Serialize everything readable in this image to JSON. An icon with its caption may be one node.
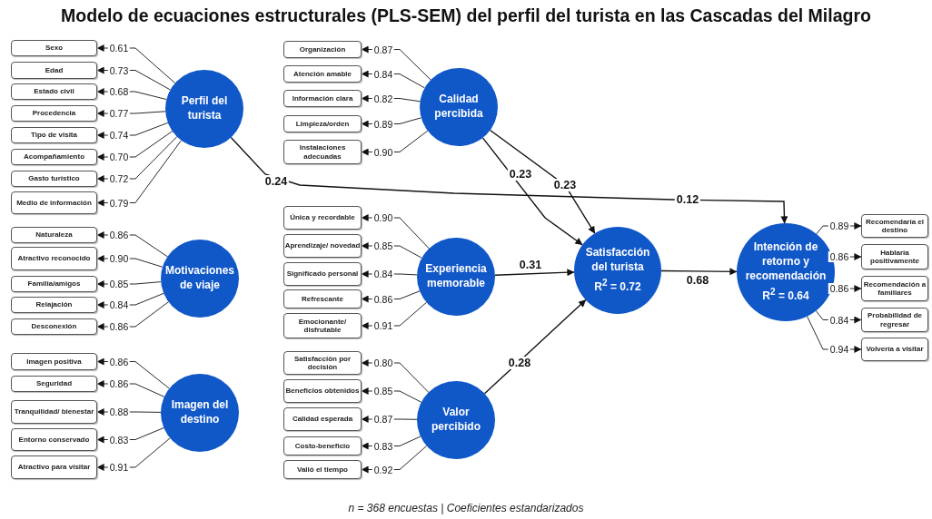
{
  "diagram": {
    "title": "Modelo de ecuaciones estructurales (PLS-SEM) del perfil del turista en las Cascadas del Milagro",
    "caption": "n = 368 encuestas |  Coeficientes estandarizados",
    "nodes": [
      {
        "text": [
          "Perfil del turista"
        ]
      },
      {
        "text": [
          "Sexo"
        ]
      },
      {
        "text": [
          "Edad"
        ]
      },
      {
        "text": [
          "Estado civil"
        ]
      },
      {
        "text": [
          "Procedencia"
        ]
      },
      {
        "text": [
          "Tipo de visita"
        ]
      },
      {
        "text": [
          "Acompañamiento"
        ]
      },
      {
        "text": [
          "Gasto turístico"
        ]
      },
      {
        "text": [
          "Medio de información"
        ]
      },
      {
        "text": [
          "Motivaciones de viaje"
        ]
      },
      {
        "text": [
          "Naturaleza"
        ]
      },
      {
        "text": [
          "Atractivo reconocido"
        ]
      },
      {
        "text": [
          "Familia/amigos"
        ]
      },
      {
        "text": [
          "Relajación"
        ]
      },
      {
        "text": [
          "Desconexión"
        ]
      },
      {
        "text": [
          "Imagen del destino"
        ]
      },
      {
        "text": [
          "Imagen positiva"
        ]
      },
      {
        "text": [
          "Seguridad"
        ]
      },
      {
        "text": [
          "Tranquilidad/ bienestar"
        ]
      },
      {
        "text": [
          "Entorno conservado"
        ]
      },
      {
        "text": [
          "Atractivo para visitar"
        ]
      },
      {
        "text": [
          "Calidad percibida"
        ]
      },
      {
        "text": [
          "Organización"
        ]
      },
      {
        "text": [
          "Atención amable"
        ]
      },
      {
        "text": [
          "Información clara"
        ]
      },
      {
        "text": [
          "Limpieza/orden"
        ]
      },
      {
        "text": [
          "Instalaciones adecuadas"
        ]
      },
      {
        "text": [
          "Experiencia memorable"
        ]
      },
      {
        "text": [
          "Única y recordable"
        ]
      },
      {
        "text": [
          "Aprendizaje/ novedad"
        ]
      },
      {
        "text": [
          "Significado personal"
        ]
      },
      {
        "text": [
          "Refrescante"
        ]
      },
      {
        "text": [
          "Emocionante/ disfrutable"
        ]
      },
      {
        "text": [
          "Valor percibido"
        ]
      },
      {
        "text": [
          "Satisfacción por decisión"
        ]
      },
      {
        "text": [
          "Beneficios obtenidos"
        ]
      },
      {
        "text": [
          "Calidad esperada"
        ]
      },
      {
        "text": [
          "Costo-beneficio"
        ]
      },
      {
        "text": [
          "Valió el tiempo"
        ]
      },
      {
        "text": [
          "Satisfacción del turista",
          "R$^{2}$ = 0.72"
        ]
      },
      {
        "text": [
          "Intención de retorno y recomendación",
          "R$^{2}$ = 0.64"
        ]
      },
      {
        "text": [
          "Recomendaría el destino"
        ]
      },
      {
        "text": [
          "Hablaría positivamente"
        ]
      },
      {
        "text": [
          "Recomendación a familiares"
        ]
      },
      {
        "text": [
          "Probabilidad de regresar"
        ]
      },
      {
        "text": [
          "Volvería a visitar"
        ]
      }
    ],
    "edges": [
      {
        "from": 0,
        "to": 1,
        "arrow": "to",
        "label": "0.61"
      },
      {
        "from": 0,
        "to": 2,
        "arrow": "to",
        "label": "0.73"
      },
      {
        "from": 0,
        "to": 3,
        "arrow": "to",
        "label": "0.68"
      },
      {
        "from": 0,
        "to": 4,
        "arrow": "to",
        "label": "0.77"
      },
      {
        "from": 0,
        "to": 5,
        "arrow": "to",
        "label": "0.74"
      },
      {
        "from": 0,
        "to": 6,
        "arrow": "to",
        "label": "0.70"
      },
      {
        "from": 0,
        "to": 7,
        "arrow": "to",
        "label": "0.72"
      },
      {
        "from": 0,
        "to": 8,
        "arrow": "to",
        "label": "0.79"
      },
      {
        "from": 9,
        "to": 10,
        "arrow": "to",
        "label": "0.86"
      },
      {
        "from": 9,
        "to": 11,
        "arrow": "to",
        "label": "0.90"
      },
      {
        "from": 9,
        "to": 12,
        "arrow": "to",
        "label": "0.85"
      },
      {
        "from": 9,
        "to": 13,
        "arrow": "to",
        "label": "0.84"
      },
      {
        "from": 9,
        "to": 14,
        "arrow": "to",
        "label": "0.86"
      },
      {
        "from": 15,
        "to": 16,
        "arrow": "to",
        "label": "0.86"
      },
      {
        "from": 15,
        "to": 17,
        "arrow": "to",
        "label": "0.86"
      },
      {
        "from": 15,
        "to": 18,
        "arrow": "to",
        "label": "0.88"
      },
      {
        "from": 15,
        "to": 19,
        "arrow": "to",
        "label": "0.83"
      },
      {
        "from": 15,
        "to": 20,
        "arrow": "to",
        "label": "0.91"
      },
      {
        "from": 21,
        "to": 22,
        "arrow": "to",
        "label": "0.87"
      },
      {
        "from": 21,
        "to": 23,
        "arrow": "to",
        "label": "0.84"
      },
      {
        "from": 21,
        "to": 24,
        "arrow": "to",
        "label": "0.82"
      },
      {
        "from": 21,
        "to": 25,
        "arrow": "to",
        "label": "0.89"
      },
      {
        "from": 21,
        "to": 26,
        "arrow": "to",
        "label": "0.90"
      },
      {
        "from": 27,
        "to": 28,
        "arrow": "to",
        "label": "0.90"
      },
      {
        "from": 27,
        "to": 29,
        "arrow": "to",
        "label": "0.85"
      },
      {
        "from": 27,
        "to": 30,
        "arrow": "to",
        "label": "0.84"
      },
      {
        "from": 27,
        "to": 31,
        "arrow": "to",
        "label": "0.86"
      },
      {
        "from": 27,
        "to": 32,
        "arrow": "to",
        "label": "0.91"
      },
      {
        "from": 33,
        "to": 34,
        "arrow": "to",
        "label": "0.80"
      },
      {
        "from": 33,
        "to": 35,
        "arrow": "to",
        "label": "0.85"
      },
      {
        "from": 33,
        "to": 36,
        "arrow": "to",
        "label": "0.87"
      },
      {
        "from": 33,
        "to": 37,
        "arrow": "to",
        "label": "0.83"
      },
      {
        "from": 33,
        "to": 38,
        "arrow": "to",
        "label": "0.92"
      },
      {
        "from": 40,
        "to": 41,
        "arrow": "to",
        "label": "0.89"
      },
      {
        "from": 40,
        "to": 42,
        "arrow": "to",
        "label": "0.86"
      },
      {
        "from": 40,
        "to": 43,
        "arrow": "to",
        "label": "0.86"
      },
      {
        "from": 40,
        "to": 44,
        "arrow": "to",
        "label": "0.84"
      },
      {
        "from": 40,
        "to": 45,
        "arrow": "to",
        "label": "0.94"
      },
      {
        "from": 0,
        "to": 40,
        "arrow": "to",
        "label": "0.12"
      },
      {
        "from": 21,
        "to": 39,
        "arrow": "to",
        "label": "0.23"
      },
      {
        "from": 21,
        "to": 39,
        "arrow": "to",
        "label": "0.23"
      },
      {
        "from": 27,
        "to": 39,
        "arrow": "to",
        "label": "0.31"
      },
      {
        "from": 33,
        "to": 39,
        "arrow": "to",
        "label": "0.28"
      },
      {
        "from": 39,
        "to": 40,
        "arrow": "to",
        "label": "0.68"
      }
    ],
    "labels": [
      "0.24"
    ]
  }
}
